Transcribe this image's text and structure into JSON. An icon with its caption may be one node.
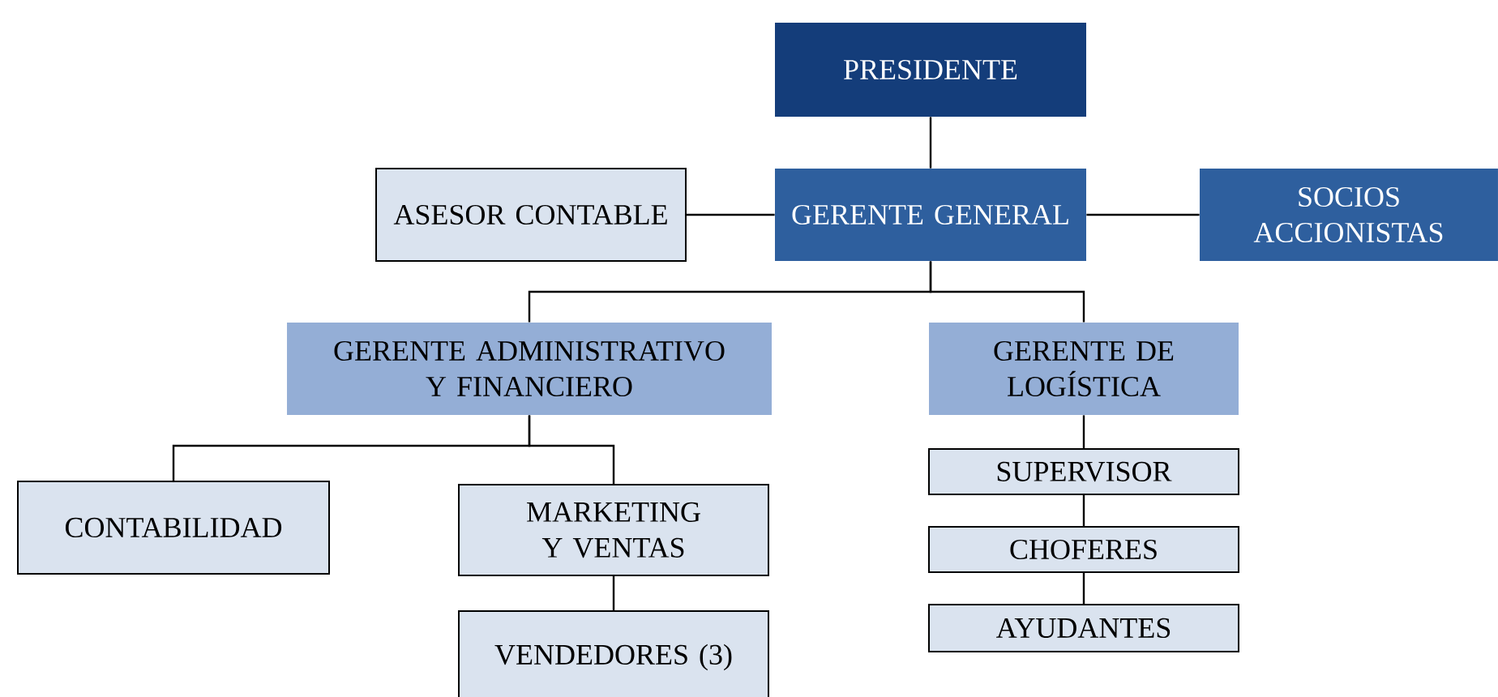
{
  "diagram": {
    "nodes": [
      {
        "text": [
          "PRESIDENTE"
        ]
      },
      {
        "text": [
          "ASESOR CONTABLE"
        ]
      },
      {
        "text": [
          "GERENTE GENERAL"
        ]
      },
      {
        "text": [
          "SOCIOS ACCIONISTAS"
        ]
      },
      {
        "text": [
          "GERENTE ADMINISTRATIVO Y FINANCIERO"
        ]
      },
      {
        "text": [
          "GERENTE DE LOGÍSTICA"
        ]
      },
      {
        "text": [
          "CONTABILIDAD"
        ]
      },
      {
        "text": [
          "MARKETING Y VENTAS"
        ]
      },
      {
        "text": [
          "VENDEDORES (3)"
        ]
      },
      {
        "text": [
          "SUPERVISOR"
        ]
      },
      {
        "text": [
          "CHOFERES"
        ]
      },
      {
        "text": [
          "AYUDANTES"
        ]
      }
    ],
    "edges": [
      {
        "from": 0,
        "to": 2,
        "arrow": "none"
      },
      {
        "from": 1,
        "to": 2,
        "arrow": "none"
      },
      {
        "from": 2,
        "to": 3,
        "arrow": "none"
      },
      {
        "from": 2,
        "to": 4,
        "arrow": "none"
      },
      {
        "from": 2,
        "to": 5,
        "arrow": "none"
      },
      {
        "from": 4,
        "to": 6,
        "arrow": "none"
      },
      {
        "from": 4,
        "to": 7,
        "arrow": "none"
      },
      {
        "from": 7,
        "to": 8,
        "arrow": "none"
      },
      {
        "from": 5,
        "to": 9,
        "arrow": "none"
      },
      {
        "from": 9,
        "to": 10,
        "arrow": "none"
      },
      {
        "from": 10,
        "to": 11,
        "arrow": "none"
      }
    ]
  }
}
